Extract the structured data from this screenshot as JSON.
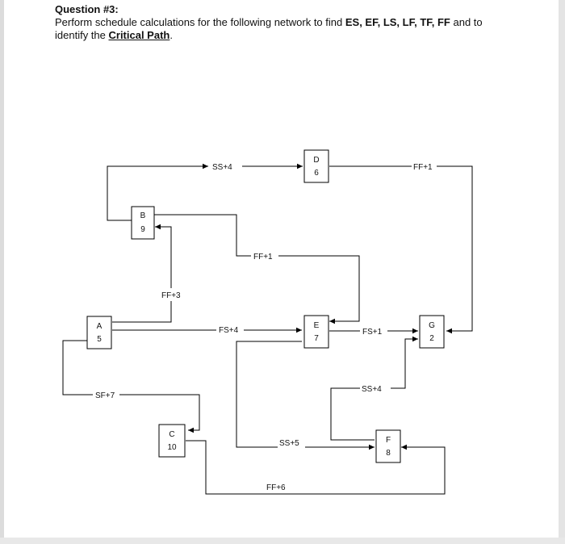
{
  "header": {
    "title": "Question #3:",
    "line1_pre": "Perform schedule calculations for the following network to find ",
    "terms": "ES, EF, LS, LF, TF, FF",
    "line1_post": " and to",
    "line2_pre": "identify the ",
    "critical_path": "Critical Path",
    "line2_post": "."
  },
  "nodes": {
    "A": {
      "letter": "A",
      "duration": "5"
    },
    "B": {
      "letter": "B",
      "duration": "9"
    },
    "C": {
      "letter": "C",
      "duration": "10"
    },
    "D": {
      "letter": "D",
      "duration": "6"
    },
    "E": {
      "letter": "E",
      "duration": "7"
    },
    "F": {
      "letter": "F",
      "duration": "8"
    },
    "G": {
      "letter": "G",
      "duration": "2"
    }
  },
  "relations": {
    "b_to_d": "SS+4",
    "d_to_g": "FF+1",
    "b_to_e": "FF+1",
    "a_to_b": "FF+3",
    "a_to_e": "FS+4",
    "e_to_g": "FS+1",
    "a_to_c": "SF+7",
    "e_to_f_ss": "SS+5",
    "f_to_g": "SS+4",
    "c_to_f": "FF+6"
  }
}
